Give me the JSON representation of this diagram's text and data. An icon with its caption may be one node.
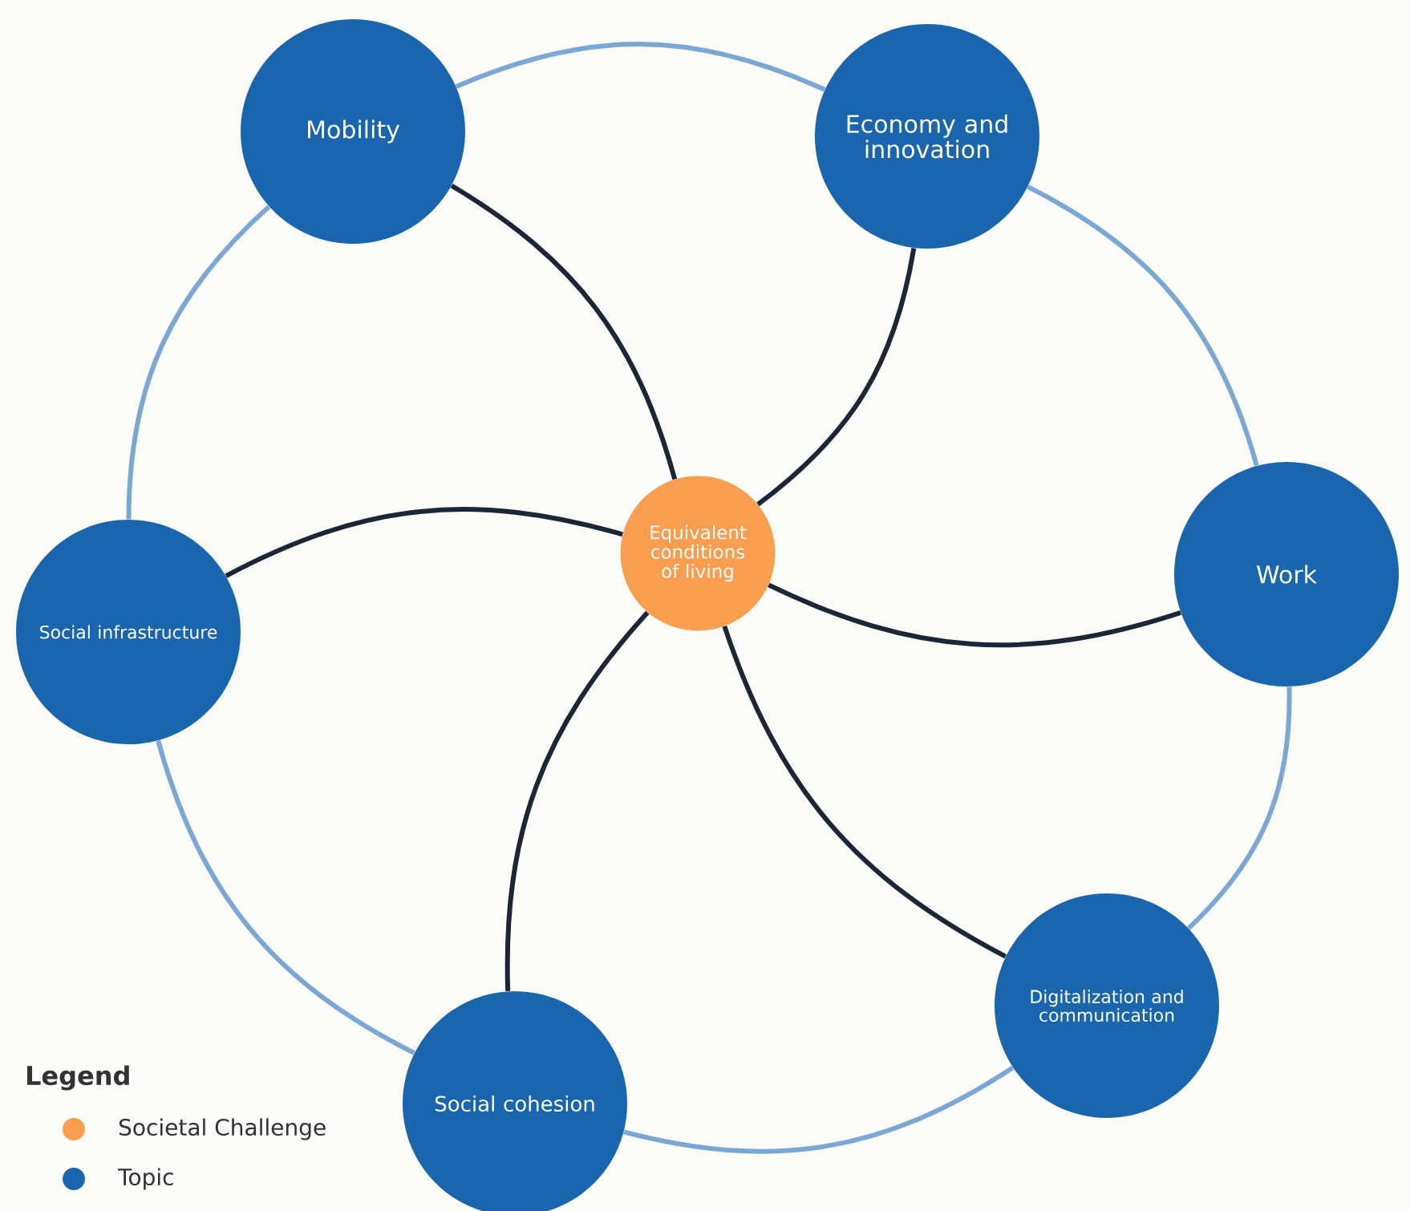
{
  "diagram": {
    "nodes": [
      {
        "text": [
          "Equivalent conditions of living"
        ]
      },
      {
        "text": [
          "Mobility"
        ]
      },
      {
        "text": [
          "Economy and innovation"
        ]
      },
      {
        "text": [
          "Work"
        ]
      },
      {
        "text": [
          "Digitalization and communication"
        ]
      },
      {
        "text": [
          "Social cohesion"
        ]
      },
      {
        "text": [
          "Social infrastructure"
        ]
      }
    ],
    "edges": [
      {
        "from": 1,
        "to": 2,
        "arrow": "none",
        "color": "#7ba7d4"
      },
      {
        "from": 2,
        "to": 3,
        "arrow": "none",
        "color": "#7ba7d4"
      },
      {
        "from": 3,
        "to": 4,
        "arrow": "none",
        "color": "#7ba7d4"
      },
      {
        "from": 4,
        "to": 5,
        "arrow": "none",
        "color": "#7ba7d4"
      },
      {
        "from": 5,
        "to": 6,
        "arrow": "none",
        "color": "#7ba7d4"
      },
      {
        "from": 6,
        "to": 1,
        "arrow": "none",
        "color": "#7ba7d4"
      },
      {
        "from": 0,
        "to": 1,
        "arrow": "none",
        "color": "#1b2636"
      },
      {
        "from": 0,
        "to": 2,
        "arrow": "none",
        "color": "#1b2636"
      },
      {
        "from": 0,
        "to": 3,
        "arrow": "none",
        "color": "#1b2636"
      },
      {
        "from": 0,
        "to": 4,
        "arrow": "none",
        "color": "#1b2636"
      },
      {
        "from": 0,
        "to": 5,
        "arrow": "none",
        "color": "#1b2636"
      },
      {
        "from": 0,
        "to": 6,
        "arrow": "none",
        "color": "#1b2636"
      }
    ],
    "labels": [
      "Legend"
    ],
    "legend": [
      {
        "text": "Societal Challenge",
        "color": "#f99d4f"
      },
      {
        "text": "Topic",
        "color": "#1a66ae"
      }
    ]
  }
}
